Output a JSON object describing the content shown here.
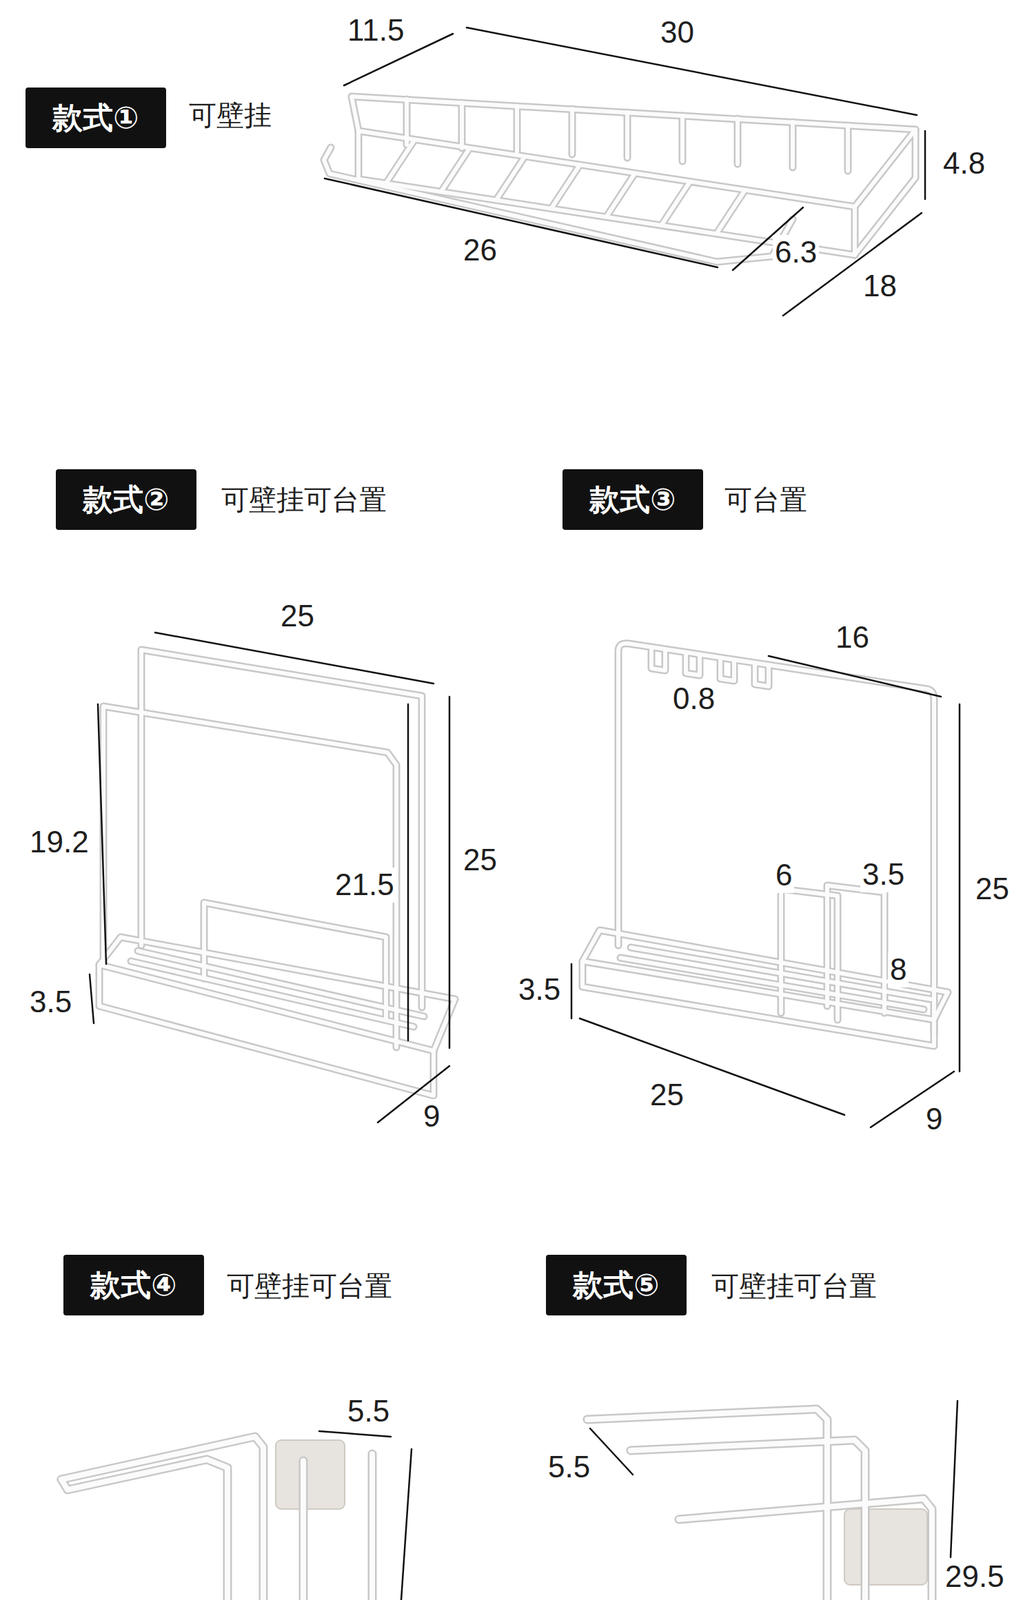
{
  "diagram": {
    "nodes": [
      {
        "text": [
          "款式①"
        ]
      },
      {
        "text": [
          "款式②"
        ]
      },
      {
        "text": [
          "款式③"
        ]
      },
      {
        "text": [
          "款式④"
        ]
      },
      {
        "text": [
          "款式⑤"
        ]
      }
    ],
    "labels": [
      "可壁挂",
      "11.5",
      "30",
      "4.8",
      "26",
      "6.3",
      "18",
      "可壁挂可台置",
      "可台置",
      "25",
      "19.2",
      "21.5",
      "25",
      "3.5",
      "9",
      "16",
      "0.8",
      "6",
      "3.5",
      "8",
      "25",
      "3.5",
      "25",
      "9",
      "可壁挂可台置",
      "5.5",
      "可壁挂可台置",
      "5.5",
      "29.5"
    ]
  }
}
